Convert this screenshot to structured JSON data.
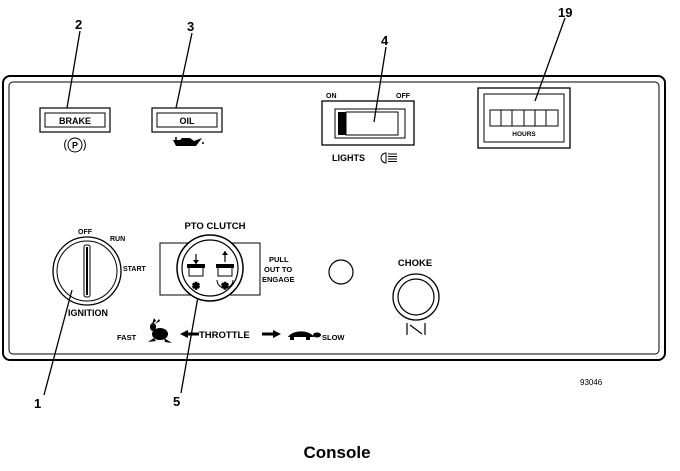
{
  "callouts": {
    "ignition": "1",
    "brake": "2",
    "oil": "3",
    "lights": "4",
    "pto": "5",
    "hours": "19"
  },
  "brake_label": "BRAKE",
  "brake_symbol": "P",
  "oil_label": "OIL",
  "lights": {
    "on": "ON",
    "off": "OFF",
    "label": "LIGHTS"
  },
  "hours_label": "HOURS",
  "ignition": {
    "off": "OFF",
    "run": "RUN",
    "start": "START",
    "label": "IGNITION"
  },
  "pto": {
    "title": "PTO CLUTCH",
    "pull1": "PULL",
    "pull2": "OUT TO",
    "pull3": "ENGAGE"
  },
  "choke_label": "CHOKE",
  "throttle": {
    "fast": "FAST",
    "label": "THROTTLE",
    "slow": "SLOW"
  },
  "figure_number": "93046",
  "caption": "Console",
  "icons": [
    "parking-brake-icon",
    "oil-can-icon",
    "headlight-icon",
    "rabbit-icon",
    "turtle-icon",
    "arrow-left-icon",
    "arrow-right-icon",
    "clutch-disengage-icon",
    "clutch-engage-icon"
  ]
}
